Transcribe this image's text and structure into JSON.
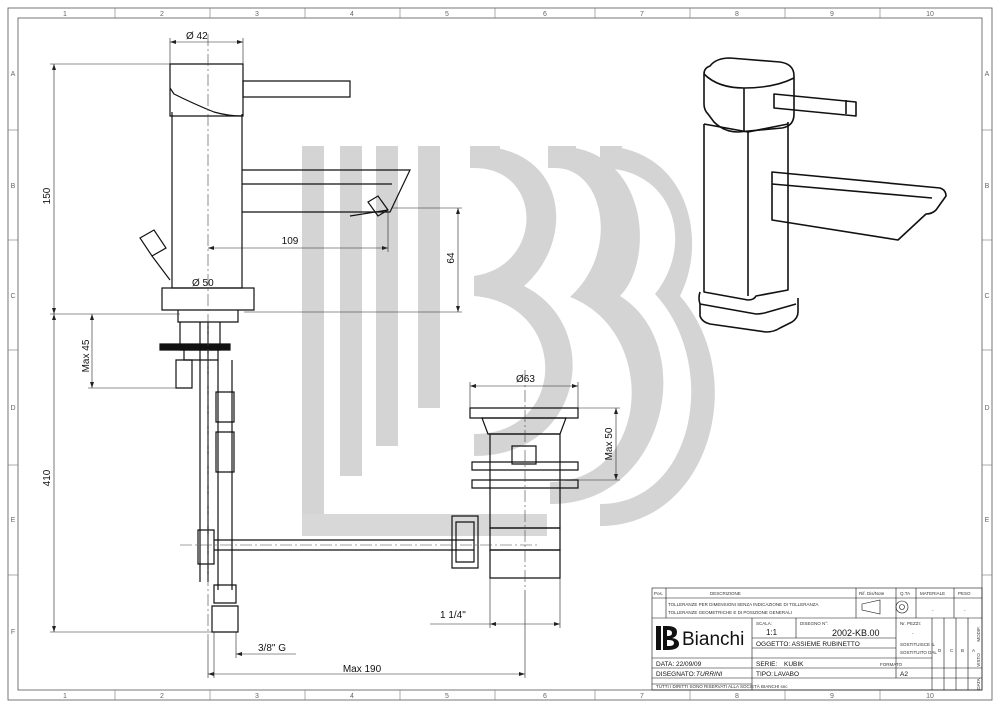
{
  "grid": {
    "columns": [
      "1",
      "2",
      "3",
      "4",
      "5",
      "6",
      "7",
      "8",
      "9",
      "10"
    ],
    "rows": [
      "A",
      "B",
      "C",
      "D",
      "E",
      "F"
    ]
  },
  "dimensions": {
    "d42": "Ø 42",
    "d50": "Ø 50",
    "d63": "Ø63",
    "h150": "150",
    "h410": "410",
    "max45": "Max 45",
    "w109": "109",
    "h64": "64",
    "max50": "Max 50",
    "thread_1_1_4": "1 1/4\"",
    "thread_3_8": "3/8\" G",
    "max190": "Max 190"
  },
  "title_block": {
    "headers": {
      "pos": "Pos.",
      "descrizione": "DESCRIZIONE",
      "rif": "Rif. Dis/Note",
      "qta": "Q.TA",
      "materiale": "MATERIALE",
      "peso": "PESO"
    },
    "tolerance_note_1": "TOLLERANZE PER DIMENSIONI SENZA INDICAZIONE DI TOLLERANZA",
    "tolerance_note_2": "TOLLERANZE GEOMETRICHE E DI POSIZIONE GENERALI",
    "material_value": "-",
    "peso_value": "-",
    "scala_label": "SCALA:",
    "scala_value": "1:1",
    "disegno_label": "DISEGNO N°:",
    "disegno_value": "2002-KB.00",
    "pezzi_label": "Nr. PEZZI:",
    "pezzi_value": "-",
    "oggetto": "OGGETTO: ASSIEME RUBINETTO",
    "sostituisce": "SOSTITUISCE IL",
    "sostituito": "SOSTITUITO DAL",
    "revision_letters": [
      "D",
      "C",
      "B",
      "A"
    ],
    "revision_headers": [
      "MODIF.",
      "VISTO",
      "DATA"
    ],
    "serie_label": "SERIE:",
    "serie_value": "KUBIK",
    "formato_label": "FORMATO",
    "formato_value": "A2",
    "tipo_label": "TIPO:",
    "tipo_value": "LAVABO",
    "data_label": "DATA: 22/09/09",
    "disegnato_label": "DISEGNATO:",
    "disegnato_value": "TURRINI",
    "copyright": "TUTTI I DIRITTI SONO RISERVATI ALLA SOCIETÀ BIANCHI snc",
    "brand": "Bianchi"
  },
  "colors": {
    "watermark": "#d4d4d4",
    "line": "#111111",
    "frame": "#555555",
    "thin": "#666666"
  }
}
